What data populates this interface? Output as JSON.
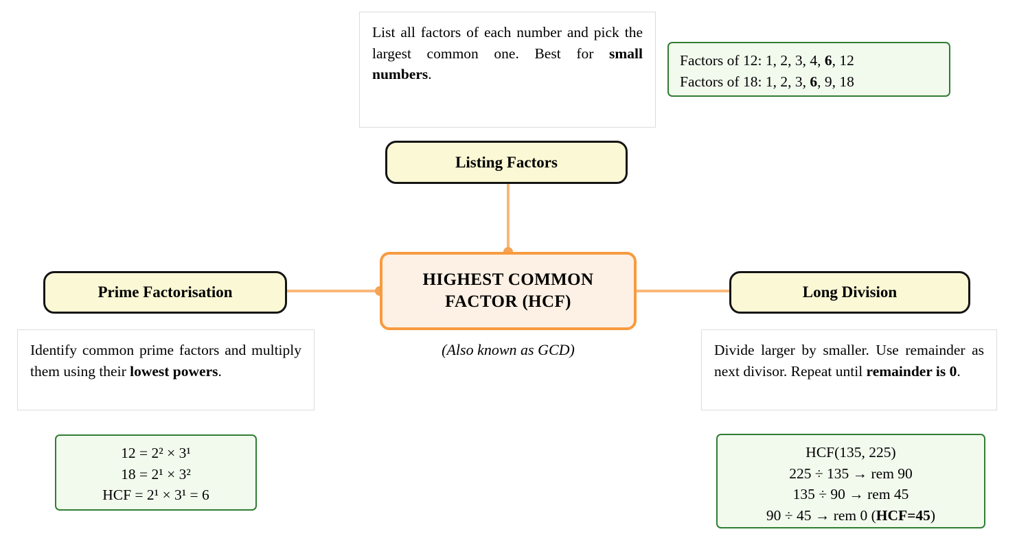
{
  "diagram": {
    "title": "HIGHEST COMMON FACTOR (HCF) mind map",
    "colors": {
      "connector": "#f9b77a",
      "connector_dot": "#f5a355",
      "central_border": "#f79b3f",
      "central_fill": "#fdf0e4",
      "branch_fill": "#fbf8d5",
      "branch_border": "#141414",
      "example_border": "#2f7d32",
      "example_fill": "#f2faee",
      "desc_border": "#dcdcdc"
    }
  },
  "central": {
    "line1": "HIGHEST COMMON",
    "line2": "FACTOR (HCF)",
    "caption": "(Also known as GCD)"
  },
  "branches": {
    "listing": {
      "label": "Listing Factors",
      "description_plain": "List all factors of each number and pick the largest common one. Best for small numbers.",
      "description_pre_bold": "List all factors of each number and pick the largest common one. Best for ",
      "description_bold": "small numbers",
      "description_post_bold": ".",
      "example_line1_label": "Factors of 12:",
      "example_line1_pre": " 1, 2, 3, 4, ",
      "example_line1_bold": "6",
      "example_line1_post": ", 12",
      "example_line2_label": "Factors of 18:",
      "example_line2_pre": " 1, 2, 3, ",
      "example_line2_bold": "6",
      "example_line2_post": ", 9, 18"
    },
    "prime": {
      "label": "Prime Factorisation",
      "description_pre_bold": "Identify common prime factors and multiply them using their ",
      "description_bold": "lowest powers",
      "description_post_bold": ".",
      "example_line1": "12 = 2² × 3¹",
      "example_line2": "18 = 2¹ × 3²",
      "example_line3": "HCF = 2¹ × 3¹ = 6"
    },
    "longdiv": {
      "label": "Long Division",
      "description_pre_bold": "Divide larger by smaller. Use remainder as next divisor. Repeat until ",
      "description_bold": "remainder is 0",
      "description_post_bold": ".",
      "example_line1": "HCF(135, 225)",
      "example_line2": "225 ÷ 135 → rem 90",
      "example_line3": "135 ÷ 90 → rem 45",
      "example_line4_pre": "90 ÷ 45 → rem 0 (",
      "example_line4_bold": "HCF=45",
      "example_line4_post": ")"
    }
  }
}
